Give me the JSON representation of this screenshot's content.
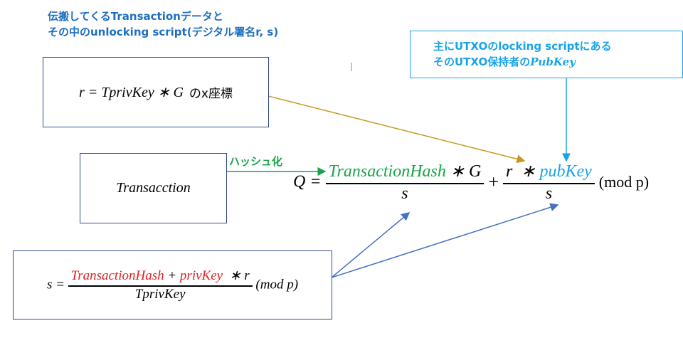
{
  "title": {
    "line1": "伝搬してくるTransactionデータと",
    "line2": "その中のunlocking script(デジタル署名r, s)"
  },
  "r_box": {
    "formula": "r = TprivKey ∗ G",
    "suffix": "のx座標"
  },
  "note": {
    "line1": "主にUTXOのlocking scriptにある",
    "line2_prefix": "そのUTXO保持者の",
    "line2_key": "PubKey"
  },
  "tx_box": {
    "label": "Transacction"
  },
  "hash_label": "ハッシュ化",
  "equation": {
    "lhs": "Q =",
    "num1_hash": "TransactionHash",
    "num1_rest": " ∗ G",
    "den1": "s",
    "plus": "+",
    "num2_r": "r  ∗ ",
    "num2_key": "pubKey",
    "den2": "s",
    "mod": "(mod p)"
  },
  "s_box": {
    "lhs": "s =",
    "num_hash": "TransactionHash",
    "num_plus": " + ",
    "num_priv": "privKey",
    "num_rest": "  ∗ r",
    "den": "TprivKey",
    "mod": "(mod p)"
  },
  "colors": {
    "title": "#1f6fc0",
    "green": "#1aa34a",
    "cyan": "#1aa3e8",
    "red": "#e02020",
    "gold": "#c8961e",
    "arrow_blue": "#4472c4"
  }
}
